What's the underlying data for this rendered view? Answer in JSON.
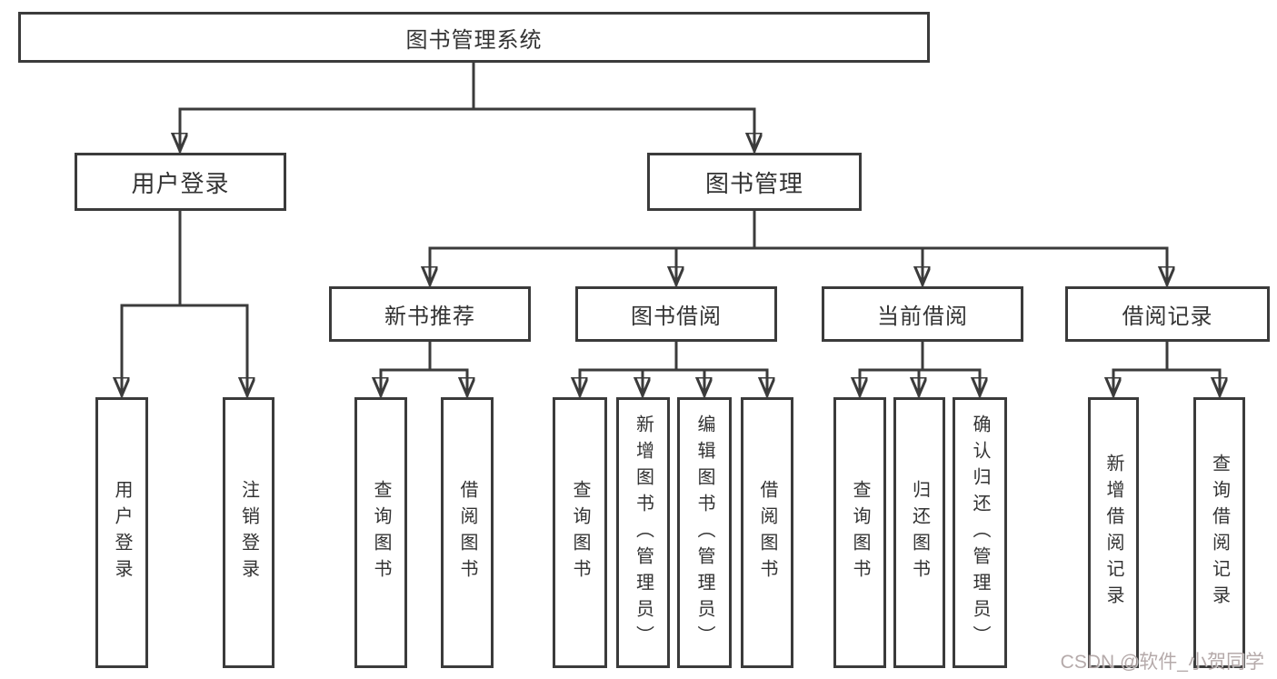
{
  "diagram": {
    "title_node": {
      "label": "图书管理系统"
    },
    "level2": [
      {
        "label": "用户登录"
      },
      {
        "label": "图书管理"
      }
    ],
    "level3": [
      {
        "label": "新书推荐"
      },
      {
        "label": "图书借阅"
      },
      {
        "label": "当前借阅"
      },
      {
        "label": "借阅记录"
      }
    ],
    "leaves": {
      "user_login": [
        {
          "label": "用户登录"
        },
        {
          "label": "注销登录"
        }
      ],
      "new_books": [
        {
          "label": "查询图书"
        },
        {
          "label": "借阅图书"
        }
      ],
      "book_borrow": [
        {
          "label": "查询图书"
        },
        {
          "label": "新增图书（管理员）"
        },
        {
          "label": "编辑图书（管理员）"
        },
        {
          "label": "借阅图书"
        }
      ],
      "current_borrow": [
        {
          "label": "查询图书"
        },
        {
          "label": "归还图书"
        },
        {
          "label": "确认归还（管理员）"
        }
      ],
      "borrow_records": [
        {
          "label": "新增借阅记录"
        },
        {
          "label": "查询借阅记录"
        }
      ]
    },
    "colors": {
      "line": "#3b3b3b",
      "text": "#333333",
      "node_background": "#ffffff",
      "watermark": "#a89b9b"
    }
  },
  "watermark": {
    "text": "CSDN @软件_小贺同学"
  }
}
